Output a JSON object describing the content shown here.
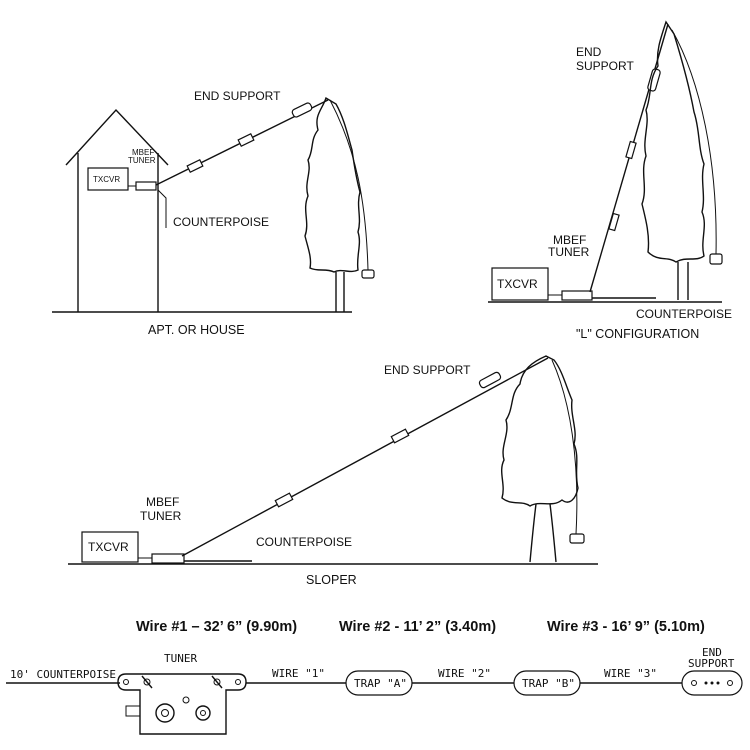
{
  "panel_apartment": {
    "end_support": "END SUPPORT",
    "tuner_line1": "MBEF",
    "tuner_line2": "TUNER",
    "txcvr": "TXCVR",
    "counterpoise": "COUNTERPOISE",
    "caption": "APT. OR HOUSE"
  },
  "panel_l_config": {
    "end_support_line1": "END",
    "end_support_line2": "SUPPORT",
    "tuner_line1": "MBEF",
    "tuner_line2": "TUNER",
    "txcvr": "TXCVR",
    "counterpoise": "COUNTERPOISE",
    "caption": "\"L\" CONFIGURATION"
  },
  "panel_sloper": {
    "end_support": "END SUPPORT",
    "tuner_line1": "MBEF",
    "tuner_line2": "TUNER",
    "txcvr": "TXCVR",
    "counterpoise": "COUNTERPOISE",
    "caption": "SLOPER"
  },
  "wire_specs": [
    {
      "label": "Wire #1 – 32’ 6” (9.90m)"
    },
    {
      "label": "Wire #2 - 11’ 2” (3.40m)"
    },
    {
      "label": "Wire #3 - 16’ 9” (5.10m)"
    }
  ],
  "schematic": {
    "counterpoise": "10' COUNTERPOISE",
    "tuner": "TUNER",
    "wire1": "WIRE \"1\"",
    "trap_a": "TRAP \"A\"",
    "wire2": "WIRE \"2\"",
    "trap_b": "TRAP \"B\"",
    "wire3": "WIRE \"3\"",
    "end_support_line1": "END",
    "end_support_line2": "SUPPORT"
  }
}
